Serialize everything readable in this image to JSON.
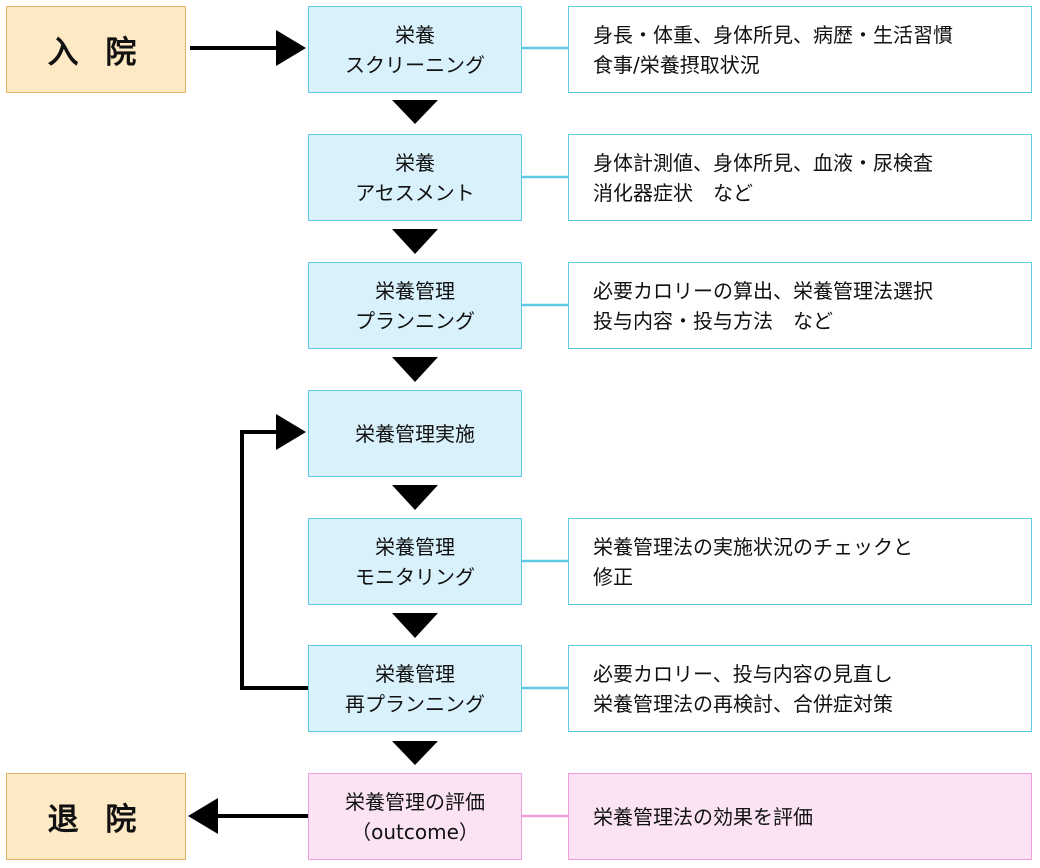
{
  "terminals": {
    "admission": "入 院",
    "discharge": "退 院"
  },
  "steps": [
    {
      "id": "screening",
      "lines": [
        "栄養",
        "スクリーニング"
      ]
    },
    {
      "id": "assessment",
      "lines": [
        "栄養",
        "アセスメント"
      ]
    },
    {
      "id": "planning",
      "lines": [
        "栄養管理",
        "プランニング"
      ]
    },
    {
      "id": "implementation",
      "lines": [
        "栄養管理実施"
      ]
    },
    {
      "id": "monitoring",
      "lines": [
        "栄養管理",
        "モニタリング"
      ]
    },
    {
      "id": "replanning",
      "lines": [
        "栄養管理",
        "再プランニング"
      ]
    },
    {
      "id": "evaluation",
      "lines": [
        "栄養管理の評価",
        "（outcome）"
      ]
    }
  ],
  "notes": [
    {
      "step": "screening",
      "lines": [
        "身長・体重、身体所見、病歴・生活習慣",
        "食事/栄養摂取状況"
      ]
    },
    {
      "step": "assessment",
      "lines": [
        "身体計測値、身体所見、血液・尿検査",
        "消化器症状　など"
      ]
    },
    {
      "step": "planning",
      "lines": [
        "必要カロリーの算出、栄養管理法選択",
        "投与内容・投与方法　など"
      ]
    },
    {
      "step": "monitoring",
      "lines": [
        "栄養管理法の実施状況のチェックと",
        "修正"
      ]
    },
    {
      "step": "replanning",
      "lines": [
        "必要カロリー、投与内容の見直し",
        "栄養管理法の再検討、合併症対策"
      ]
    },
    {
      "step": "evaluation",
      "lines": [
        "栄養管理法の効果を評価"
      ]
    }
  ],
  "colors": {
    "terminal_fill": "#fde9c3",
    "terminal_border": "#e6b466",
    "step_fill": "#d8f1fb",
    "step_border": "#5ecae8",
    "eval_fill": "#fbe3f4",
    "eval_border": "#ef9ede",
    "arrow": "#000000"
  }
}
